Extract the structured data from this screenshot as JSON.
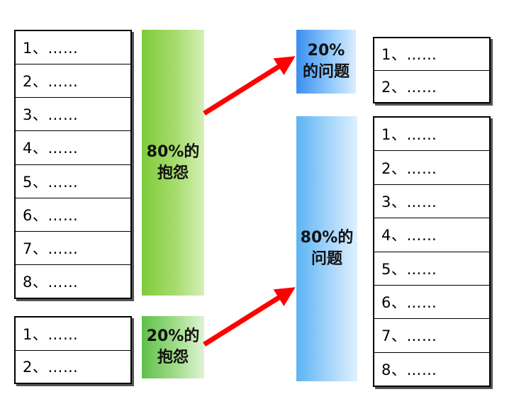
{
  "left_top_list": [
    "1、……",
    "2、……",
    "3、……",
    "4、……",
    "5、……",
    "6、……",
    "7、……",
    "8、……"
  ],
  "left_bottom_list": [
    "1、……",
    "2、……"
  ],
  "right_top_list": [
    "1、……",
    "2、……"
  ],
  "right_bottom_list": [
    "1、……",
    "2、……",
    "3、……",
    "4、……",
    "5、……",
    "6、……",
    "7、……",
    "8、……"
  ],
  "complaints_80": "80%的\n抱怨",
  "complaints_20": "20%的\n抱怨",
  "problems_20": "20%\n的问题",
  "problems_80": "80%的\n问题",
  "colors": {
    "arrow": "#ff0000",
    "green": "#7ecb3a",
    "blue": "#5cb3f4"
  }
}
